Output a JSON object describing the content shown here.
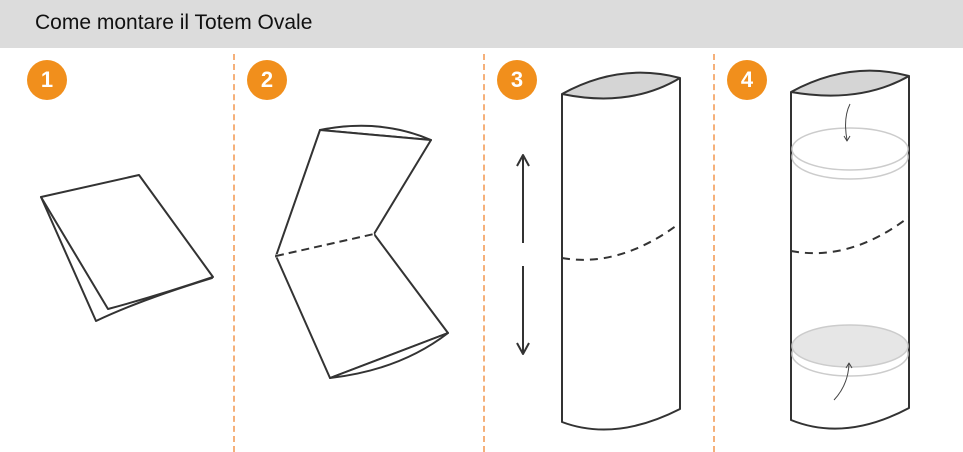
{
  "header": {
    "title": "Come montare il Totem Ovale",
    "background": "#dcdcdc"
  },
  "accent_color": "#f18f1c",
  "divider_color": "#f5b07a",
  "steps": [
    {
      "number": "1",
      "illustration": "folded-sheet"
    },
    {
      "number": "2",
      "illustration": "half-open-sheet-with-dashed-fold"
    },
    {
      "number": "3",
      "illustration": "oval-cylinder-with-vertical-arrows"
    },
    {
      "number": "4",
      "illustration": "oval-cylinder-with-inserted-discs"
    }
  ]
}
